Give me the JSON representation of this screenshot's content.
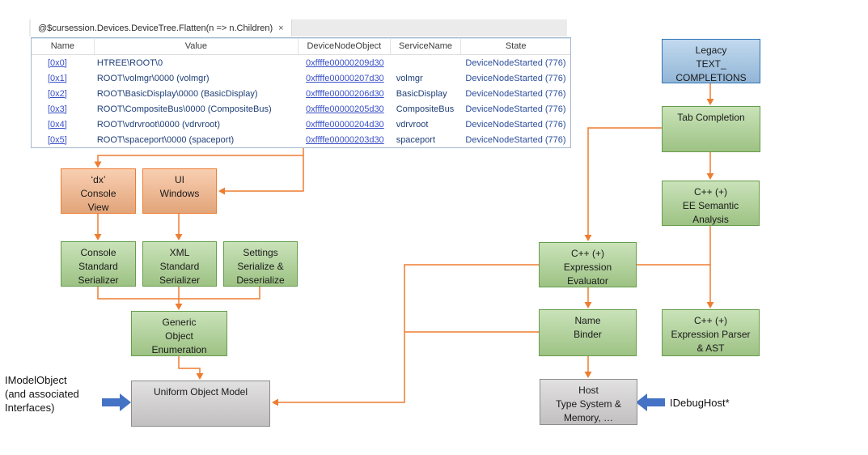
{
  "colors": {
    "accent_orange": "#ED7D31",
    "orange_fill": "#F4B183",
    "green_fill": "#A9D18E",
    "green_border": "#669D4B",
    "blue_fill": "#9DC3E6",
    "blue_border": "#2E75B6",
    "gray_fill": "#D0CECE",
    "gray_border": "#8C8C8C",
    "block_arrow_blue": "#4472C4",
    "link_blue": "#3A50C8",
    "value_navy": "#1F3F77",
    "state_blue": "#2B4D9B"
  },
  "tab": {
    "title": "@$cursession.Devices.DeviceTree.Flatten(n => n.Children)",
    "close_label": "×"
  },
  "table": {
    "columns": [
      "Name",
      "Value",
      "DeviceNodeObject",
      "ServiceName",
      "State"
    ],
    "rows": [
      {
        "name": "[0x0]",
        "value": "HTREE\\ROOT\\0",
        "device_node_object": "0xffffe00000209d30",
        "service_name": "",
        "state": "DeviceNodeStarted (776)"
      },
      {
        "name": "[0x1]",
        "value": "ROOT\\volmgr\\0000 (volmgr)",
        "device_node_object": "0xffffe00000207d30",
        "service_name": "volmgr",
        "state": "DeviceNodeStarted (776)"
      },
      {
        "name": "[0x2]",
        "value": "ROOT\\BasicDisplay\\0000 (BasicDisplay)",
        "device_node_object": "0xffffe00000206d30",
        "service_name": "BasicDisplay",
        "state": "DeviceNodeStarted (776)"
      },
      {
        "name": "[0x3]",
        "value": "ROOT\\CompositeBus\\0000 (CompositeBus)",
        "device_node_object": "0xffffe00000205d30",
        "service_name": "CompositeBus",
        "state": "DeviceNodeStarted (776)"
      },
      {
        "name": "[0x4]",
        "value": "ROOT\\vdrvroot\\0000 (vdrvroot)",
        "device_node_object": "0xffffe00000204d30",
        "service_name": "vdrvroot",
        "state": "DeviceNodeStarted (776)"
      },
      {
        "name": "[0x5]",
        "value": "ROOT\\spaceport\\0000 (spaceport)",
        "device_node_object": "0xffffe00000203d30",
        "service_name": "spaceport",
        "state": "DeviceNodeStarted (776)"
      }
    ]
  },
  "diagram": {
    "nodes": {
      "dx_console_view": {
        "label": "‘dx’\nConsole\nView"
      },
      "ui_windows": {
        "label": "UI\nWindows"
      },
      "console_serializer": {
        "label": "Console\nStandard\nSerializer"
      },
      "xml_serializer": {
        "label": "XML\nStandard\nSerializer"
      },
      "settings_serializer": {
        "label": "Settings\nSerialize &\nDeserialize"
      },
      "generic_enumeration": {
        "label": "Generic\nObject\nEnumeration"
      },
      "uniform_object_model": {
        "label": "Uniform Object Model"
      },
      "legacy_completions": {
        "label": "Legacy\nTEXT_\nCOMPLETIONS"
      },
      "tab_completion": {
        "label": "Tab Completion"
      },
      "ee_semantic_analysis": {
        "label": "C++ (+)\nEE Semantic\nAnalysis"
      },
      "expression_evaluator": {
        "label": "C++ (+)\nExpression\nEvaluator"
      },
      "name_binder": {
        "label": "Name\nBinder"
      },
      "expression_parser": {
        "label": "C++ (+)\nExpression Parser\n& AST"
      },
      "host_type_system": {
        "label": "Host\nType System &\nMemory, …"
      }
    },
    "labels": {
      "imodelobject": "IModelObject\n(and associated\nInterfaces)",
      "idebughost": "IDebugHost*"
    }
  }
}
